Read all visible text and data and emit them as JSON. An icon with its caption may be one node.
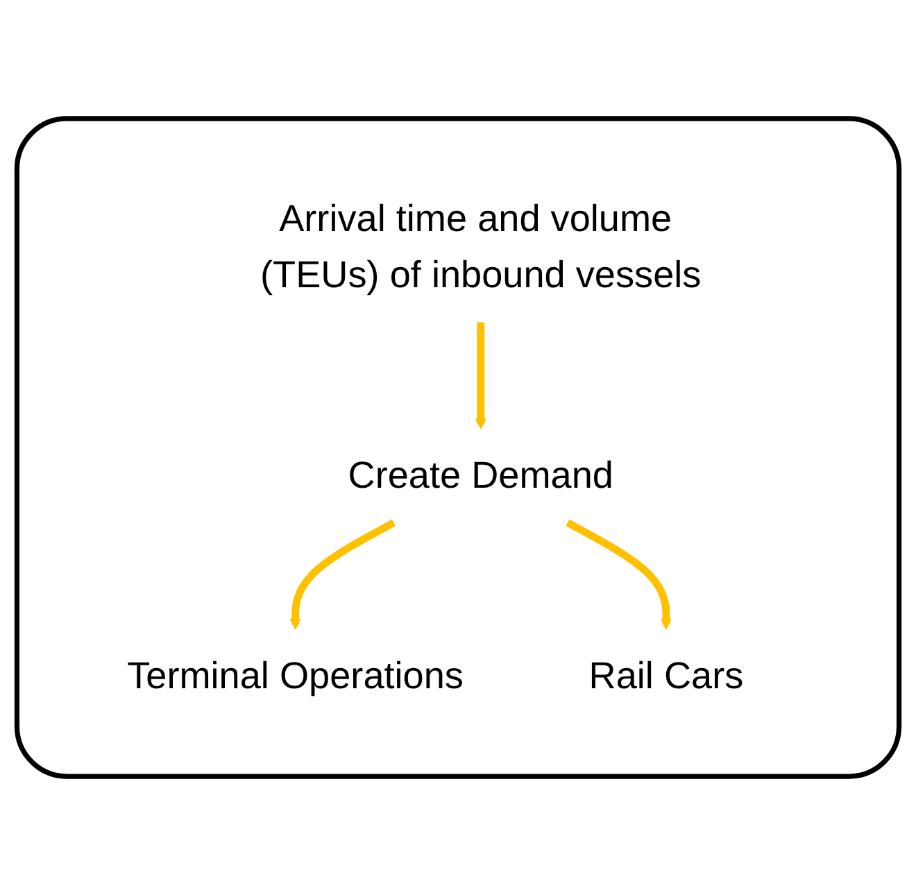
{
  "diagram": {
    "nodes": [
      {
        "text": [],
        "shape": "box"
      },
      {
        "text": [
          "Arrival time and volume (TEUs) of inbound vessels"
        ],
        "in": 0
      },
      {
        "text": [
          "Create Demand"
        ],
        "in": 0
      },
      {
        "text": [
          "Terminal Operations"
        ],
        "in": 0
      },
      {
        "text": [
          "Rail Cars"
        ],
        "in": 0
      }
    ],
    "edges": [
      {
        "from": 1,
        "to": 2,
        "arrow": "to",
        "color": "#ffc000"
      },
      {
        "from": 2,
        "to": 3,
        "arrow": "to",
        "color": "#ffc000"
      },
      {
        "from": 2,
        "to": 4,
        "arrow": "to",
        "color": "#ffc000"
      }
    ]
  }
}
